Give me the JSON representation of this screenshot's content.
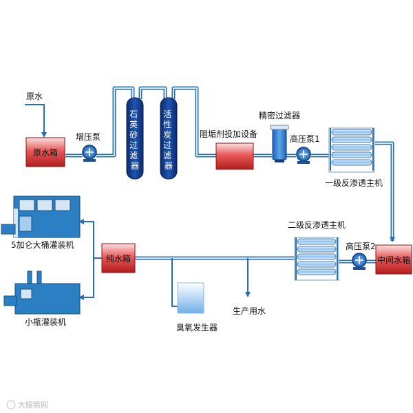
{
  "labels": {
    "raw_water": "原水",
    "raw_tank": "原水箱",
    "booster_pump": "增压泵",
    "quartz_filter": "石英砂过滤器",
    "carbon_filter": "活性炭过滤器",
    "antiscalant": "阻垢剂投加设备",
    "precision_filter": "精密过滤器",
    "hp_pump1": "高压泵1",
    "ro1": "一级反渗透主机",
    "intermediate_tank": "中间水箱",
    "hp_pump2": "高压泵2",
    "ro2": "二级反渗透主机",
    "production_water": "生产用水",
    "ozone": "臭氧发生器",
    "pure_tank": "纯水箱",
    "barrel_filler": "5加仑大桶灌装机",
    "bottle_filler": "小瓶灌装机"
  },
  "watermark": "大眼睛网",
  "colors": {
    "pipe": "#2a6fb5",
    "tank_red": "#d8282a",
    "filter_blue": "#123f93",
    "machine_blue": "#2c7fc2"
  }
}
